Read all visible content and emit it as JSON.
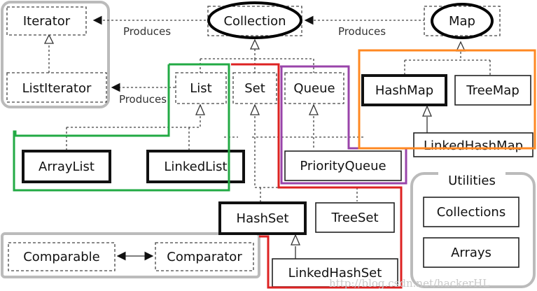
{
  "nodes": {
    "iterator": "Iterator",
    "list_iterator": "ListIterator",
    "collection": "Collection",
    "map": "Map",
    "list": "List",
    "set": "Set",
    "queue": "Queue",
    "hash_map": "HashMap",
    "tree_map": "TreeMap",
    "linked_hash_map": "LinkedHashMap",
    "array_list": "ArrayList",
    "linked_list": "LinkedList",
    "priority_queue": "PriorityQueue",
    "hash_set": "HashSet",
    "tree_set": "TreeSet",
    "linked_hash_set": "LinkedHashSet",
    "comparable": "Comparable",
    "comparator": "Comparator",
    "collections": "Collections",
    "arrays": "Arrays"
  },
  "edge_labels": {
    "produces_1": "Produces",
    "produces_2": "Produces",
    "produces_3": "Produces"
  },
  "groups": {
    "utilities": "Utilities"
  },
  "watermark": "http://blog.csdn.net/hackerHL",
  "colors": {
    "list_group": "#22aa44",
    "set_group": "#dd2222",
    "queue_group": "#9944aa",
    "map_group": "#ff8822",
    "highlight_ellipse": "#000000",
    "utility_border": "#bbbbbb"
  }
}
